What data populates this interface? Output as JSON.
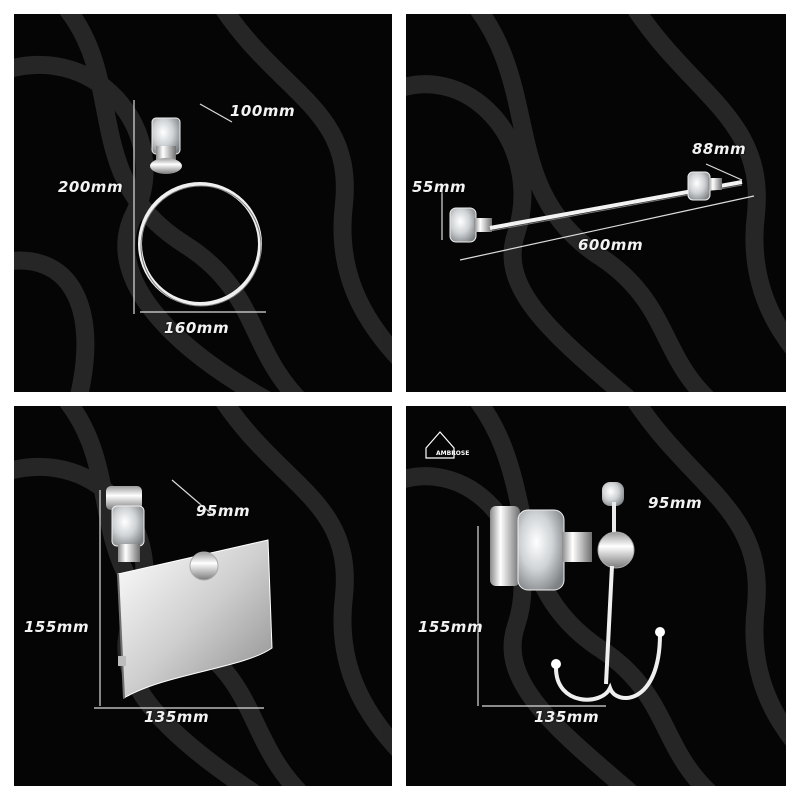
{
  "colors": {
    "background": "#050505",
    "frame": "#ffffff",
    "chrome": "#d8d8d8",
    "text": "#f2f2f2"
  },
  "panels": [
    {
      "product": "towel ring",
      "dimensions": {
        "depth": "100mm",
        "height": "200mm",
        "width": "160mm"
      }
    },
    {
      "product": "towel bar",
      "dimensions": {
        "depth": "88mm",
        "height": "55mm",
        "length": "600mm"
      }
    },
    {
      "product": "toilet paper holder",
      "dimensions": {
        "depth": "95mm",
        "height": "155mm",
        "width": "135mm"
      }
    },
    {
      "product": "robe hook",
      "dimensions": {
        "depth": "95mm",
        "height": "155mm",
        "width": "135mm"
      },
      "logo_text": "AMBROSE"
    }
  ]
}
